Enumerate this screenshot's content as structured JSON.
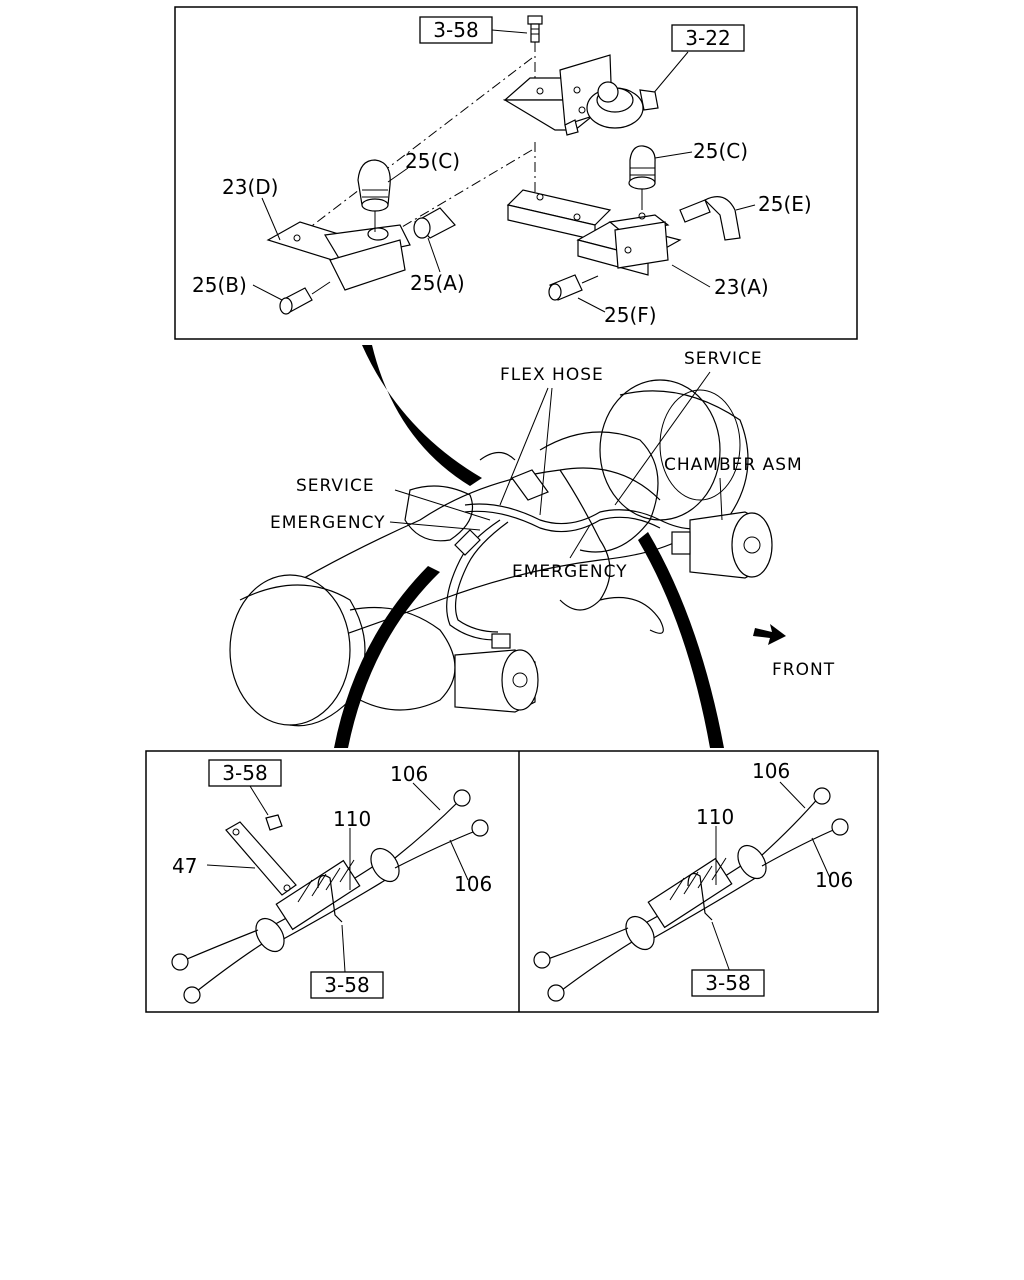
{
  "top_panel": {
    "ref_3_58": "3-58",
    "ref_3_22": "3-22",
    "label_25C_left": "25(C)",
    "label_25C_right": "25(C)",
    "label_23D": "23(D)",
    "label_25E": "25(E)",
    "label_25B": "25(B)",
    "label_25A": "25(A)",
    "label_23A": "23(A)",
    "label_25F": "25(F)"
  },
  "axle_view": {
    "flex_hose": "FLEX HOSE",
    "service_top": "SERVICE",
    "chamber_asm": "CHAMBER ASM",
    "service_left": "SERVICE",
    "emergency_left": "EMERGENCY",
    "emergency_center": "EMERGENCY",
    "front": "FRONT"
  },
  "bottom_left_panel": {
    "ref_top": "3-58",
    "label_106_top": "106",
    "label_110": "110",
    "label_47": "47",
    "label_106_bottom": "106",
    "ref_bottom": "3-58"
  },
  "bottom_right_panel": {
    "label_106_top": "106",
    "label_110": "110",
    "label_106_bottom": "106",
    "ref_bottom": "3-58"
  }
}
